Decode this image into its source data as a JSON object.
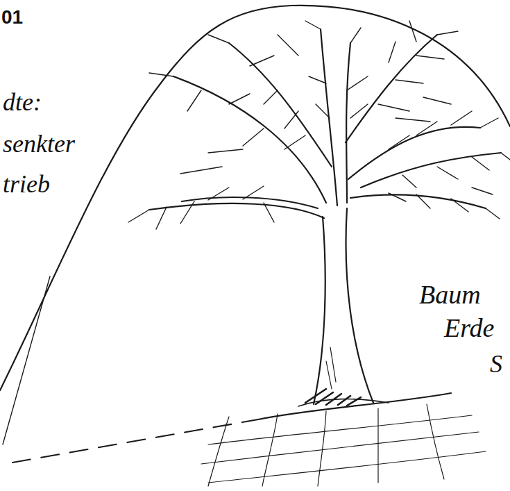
{
  "diagram": {
    "labels": [
      "01",
      "dte:",
      "senkter",
      "trieb",
      "Baum",
      "Erde",
      "S"
    ]
  }
}
